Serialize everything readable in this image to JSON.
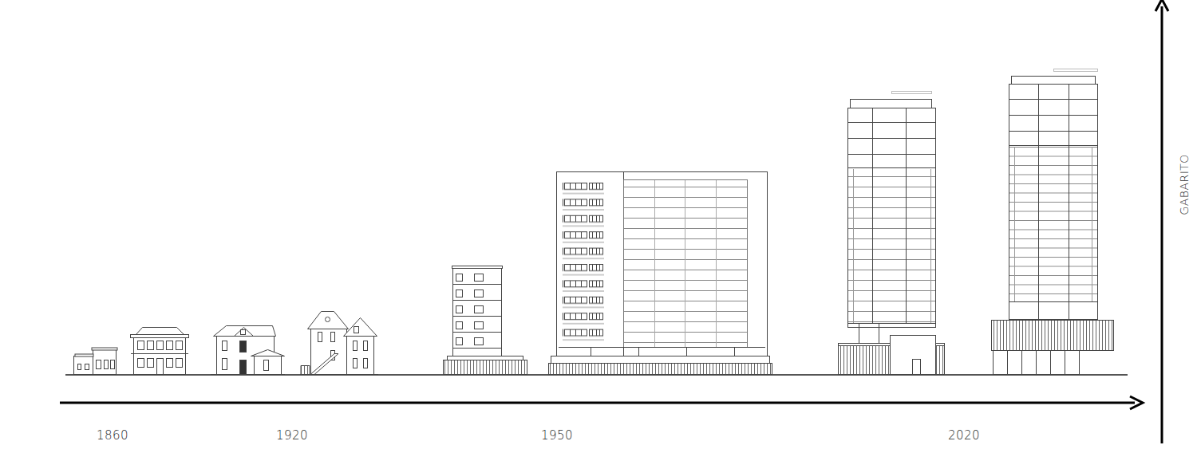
{
  "diagram": {
    "labels": [
      "1860",
      "1920",
      "1950",
      "2020",
      "GABARITO"
    ]
  }
}
